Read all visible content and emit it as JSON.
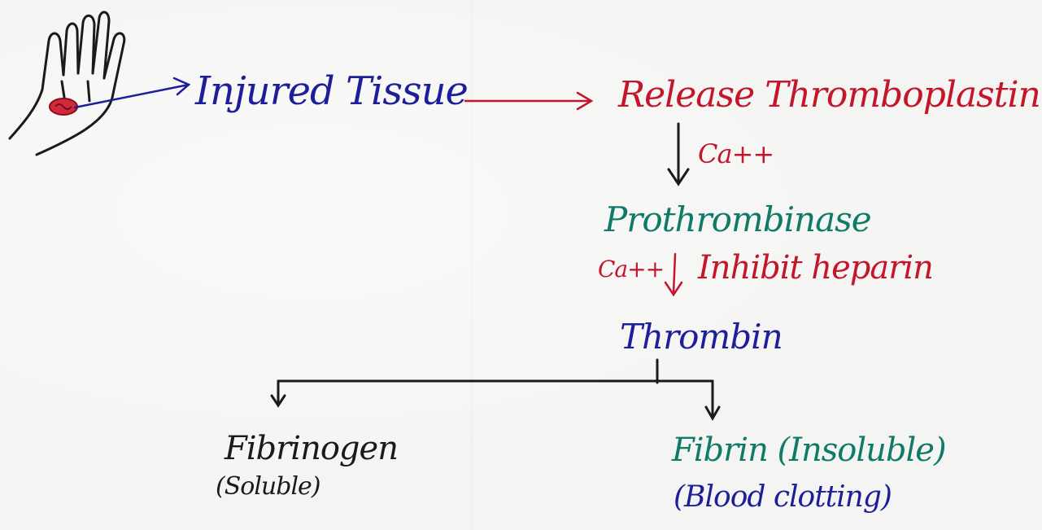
{
  "colors": {
    "blue": "#1d1f9a",
    "red": "#c4152a",
    "teal": "#0f7a68",
    "black": "#1a1a1a"
  },
  "diagram": {
    "injured_tissue": "Injured Tissue",
    "release_thromboplastin": "Release Thromboplastin",
    "ca_1": "Ca++",
    "prothrombinase": "Prothrombinase",
    "ca_2": "Ca++",
    "inhibit_heparin": "Inhibit heparin",
    "thrombin": "Thrombin",
    "fibrinogen": "Fibrinogen",
    "fibrinogen_note": "(Soluble)",
    "fibrin": "Fibrin (Insoluble)",
    "fibrin_note": "(Blood clotting)"
  },
  "icons": {
    "hand": "injured-hand-icon"
  }
}
